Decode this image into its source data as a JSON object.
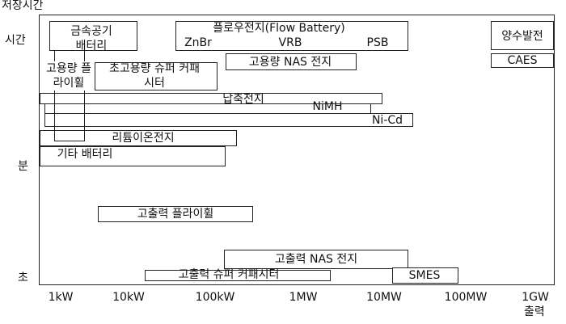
{
  "chart_data": {
    "type": "bar",
    "title": "",
    "ylabel": "저장시간",
    "xlabel": "출력",
    "x_scale": "log",
    "x_ticks": [
      "1kW",
      "10kW",
      "100kW",
      "1MW",
      "10MW",
      "100MW",
      "1GW"
    ],
    "y_ticks": [
      "시간",
      "분",
      "초"
    ],
    "boxes": [
      {
        "name": "양수발전",
        "x_range": [
          "400MW",
          "1.5GW"
        ],
        "y_range": [
          "1h",
          "10h"
        ]
      },
      {
        "name": "CAES",
        "x_range": [
          "400MW",
          "1.5GW"
        ],
        "y_range": [
          "40min",
          "1h"
        ]
      },
      {
        "name": "플로우전지(Flow Battery)",
        "sub_labels": [
          "ZnBr",
          "VRB",
          "PSB"
        ],
        "x_range": [
          "30kW",
          "20MW"
        ],
        "y_range": [
          "1h",
          "10h"
        ]
      },
      {
        "name": "금속공기 배터리",
        "x_range": [
          "1kW",
          "10kW"
        ],
        "y_range": [
          "1h",
          "10h"
        ]
      },
      {
        "name": "고용량 NAS 전지",
        "x_range": [
          "200kW",
          "7MW"
        ],
        "y_range": [
          "40min",
          "1h"
        ]
      },
      {
        "name": "고용량 플라이휠",
        "x_range": [
          "1kW",
          "1.5kW"
        ],
        "y_range": [
          "5min",
          "3h"
        ]
      },
      {
        "name": "초고용량 슈퍼 커패시터",
        "x_range": [
          "5kW",
          "100kW"
        ],
        "y_range": [
          "20min",
          "40min"
        ]
      },
      {
        "name": "납축전지",
        "x_range": [
          "0.7kW",
          "10MW"
        ],
        "y_range": [
          "8min",
          "15min"
        ]
      },
      {
        "name": "NiMH",
        "x_range": [
          "0.8kW",
          "8MW"
        ],
        "y_range": [
          "5min",
          "8min"
        ]
      },
      {
        "name": "Ni-Cd",
        "x_range": [
          "0.8kW",
          "15MW"
        ],
        "y_range": [
          "3min",
          "5min"
        ]
      },
      {
        "name": "리튬이온전지",
        "x_range": [
          "0.7kW",
          "200kW"
        ],
        "y_range": [
          "1.5min",
          "3min"
        ]
      },
      {
        "name": "기타 배터리",
        "x_range": [
          "0.7kW",
          "150kW"
        ],
        "y_range": [
          "40s",
          "1.5min"
        ]
      },
      {
        "name": "고출력 플라이휠",
        "x_range": [
          "5kW",
          "300kW"
        ],
        "y_range": [
          "10s",
          "20s"
        ]
      },
      {
        "name": "고출력 NAS 전지",
        "x_range": [
          "150kW",
          "20MW"
        ],
        "y_range": [
          "2s",
          "5s"
        ]
      },
      {
        "name": "고출력 슈퍼 커패시터",
        "x_range": [
          "20kW",
          "3MW"
        ],
        "y_range": [
          "1s",
          "2s"
        ]
      },
      {
        "name": "SMES",
        "x_range": [
          "10MW",
          "60MW"
        ],
        "y_range": [
          "1s",
          "2s"
        ]
      }
    ]
  }
}
